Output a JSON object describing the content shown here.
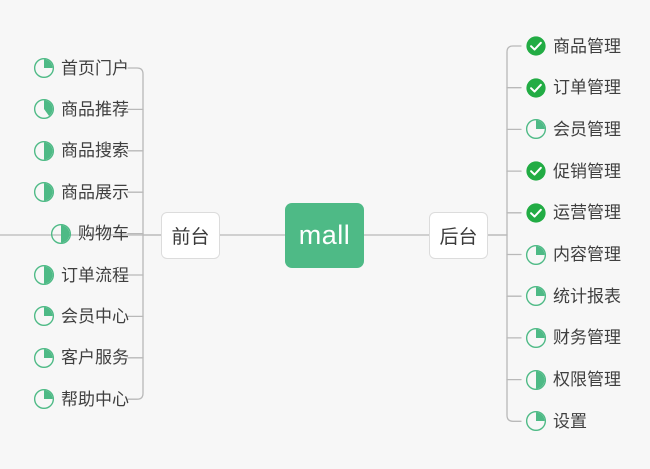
{
  "diagram": {
    "title": "mall",
    "background_color": "#f7f7f7",
    "accent_color": "#4EBA86",
    "done_color": "#22ac44",
    "line_color": "#b9b9b9",
    "text_color": "#3f3f3f",
    "root": {
      "label": "mall"
    },
    "branches": [
      {
        "label": "前台",
        "side": "left"
      },
      {
        "label": "后台",
        "side": "right"
      }
    ],
    "left_items": [
      {
        "label": "首页门户",
        "icon": "pie-icon",
        "progress": 25,
        "state": "partial"
      },
      {
        "label": "商品推荐",
        "icon": "pie-icon",
        "progress": 40,
        "state": "partial"
      },
      {
        "label": "商品搜索",
        "icon": "pie-icon",
        "progress": 50,
        "state": "partial"
      },
      {
        "label": "商品展示",
        "icon": "pie-icon",
        "progress": 50,
        "state": "partial"
      },
      {
        "label": "购物车",
        "icon": "pie-icon",
        "progress": 50,
        "state": "partial"
      },
      {
        "label": "订单流程",
        "icon": "pie-icon",
        "progress": 50,
        "state": "partial"
      },
      {
        "label": "会员中心",
        "icon": "pie-icon",
        "progress": 25,
        "state": "partial"
      },
      {
        "label": "客户服务",
        "icon": "pie-icon",
        "progress": 25,
        "state": "partial"
      },
      {
        "label": "帮助中心",
        "icon": "pie-icon",
        "progress": 25,
        "state": "partial"
      }
    ],
    "right_items": [
      {
        "label": "商品管理",
        "icon": "check-circle-icon",
        "progress": 100,
        "state": "done"
      },
      {
        "label": "订单管理",
        "icon": "check-circle-icon",
        "progress": 100,
        "state": "done"
      },
      {
        "label": "会员管理",
        "icon": "pie-icon",
        "progress": 25,
        "state": "partial"
      },
      {
        "label": "促销管理",
        "icon": "check-circle-icon",
        "progress": 100,
        "state": "done"
      },
      {
        "label": "运营管理",
        "icon": "check-circle-icon",
        "progress": 100,
        "state": "done"
      },
      {
        "label": "内容管理",
        "icon": "pie-icon",
        "progress": 25,
        "state": "partial"
      },
      {
        "label": "统计报表",
        "icon": "pie-icon",
        "progress": 25,
        "state": "partial"
      },
      {
        "label": "财务管理",
        "icon": "pie-icon",
        "progress": 25,
        "state": "partial"
      },
      {
        "label": "权限管理",
        "icon": "pie-icon",
        "progress": 50,
        "state": "partial"
      },
      {
        "label": "设置",
        "icon": "pie-icon",
        "progress": 25,
        "state": "partial"
      }
    ]
  }
}
